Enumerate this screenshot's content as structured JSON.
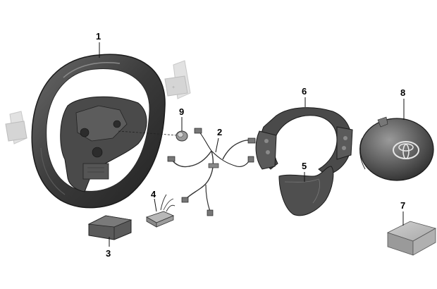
{
  "diagram": {
    "callouts": [
      {
        "id": "1",
        "label": "1"
      },
      {
        "id": "2",
        "label": "2"
      },
      {
        "id": "3",
        "label": "3"
      },
      {
        "id": "4",
        "label": "4"
      },
      {
        "id": "5",
        "label": "5"
      },
      {
        "id": "6",
        "label": "6"
      },
      {
        "id": "7",
        "label": "7"
      },
      {
        "id": "8",
        "label": "8"
      },
      {
        "id": "9",
        "label": "9"
      }
    ]
  },
  "colors": {
    "part_dark": "#3a3a3a",
    "part_mid": "#6a6a6a",
    "part_light": "#bfbfbf",
    "paddle_ghost": "#d8d8d8",
    "background": "#ffffff"
  }
}
